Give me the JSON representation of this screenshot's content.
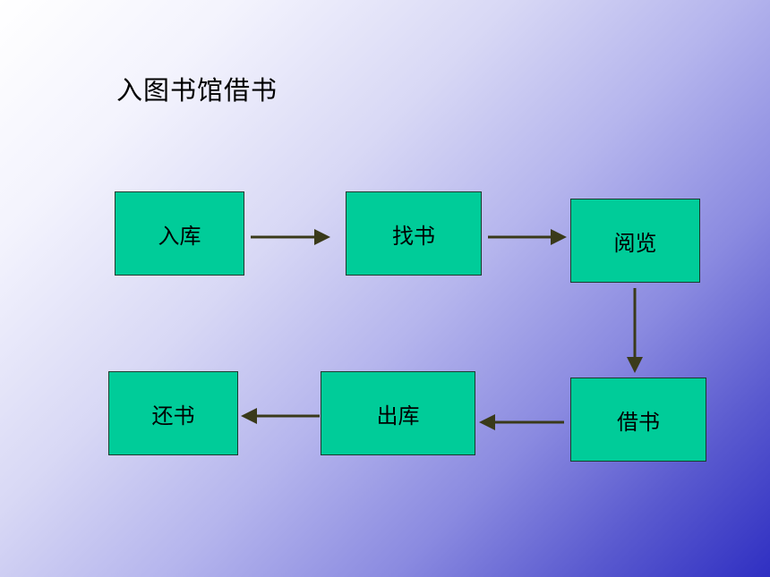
{
  "title": "入图书馆借书",
  "colors": {
    "node_fill": "#00cc99",
    "node_border": "#1a3a2e",
    "arrow": "#3a3a1a"
  },
  "nodes": {
    "ruku": "入库",
    "zhaoshu": "找书",
    "yuelan": "阅览",
    "jieshu": "借书",
    "chuku": "出库",
    "huanshu": "还书"
  },
  "edges": [
    {
      "from": "入库",
      "to": "找书"
    },
    {
      "from": "找书",
      "to": "阅览"
    },
    {
      "from": "阅览",
      "to": "借书"
    },
    {
      "from": "借书",
      "to": "出库"
    },
    {
      "from": "出库",
      "to": "还书"
    }
  ]
}
